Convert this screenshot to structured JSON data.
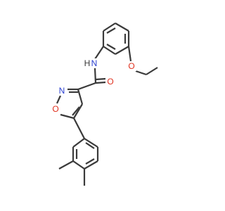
{
  "molecule": {
    "atoms": {
      "amide_n": {
        "symbol": "N",
        "h": "H",
        "color": "#2a3fd0",
        "h_color": "#3a3a3a"
      },
      "carbonyl_o": {
        "symbol": "O",
        "color": "#e0301e"
      },
      "ether_o": {
        "symbol": "O",
        "color": "#e0301e"
      },
      "ring_n": {
        "symbol": "N",
        "color": "#2a3fd0"
      },
      "ring_o": {
        "symbol": "O",
        "color": "#e0301e"
      }
    },
    "bond_color": "#3a3a3a"
  }
}
